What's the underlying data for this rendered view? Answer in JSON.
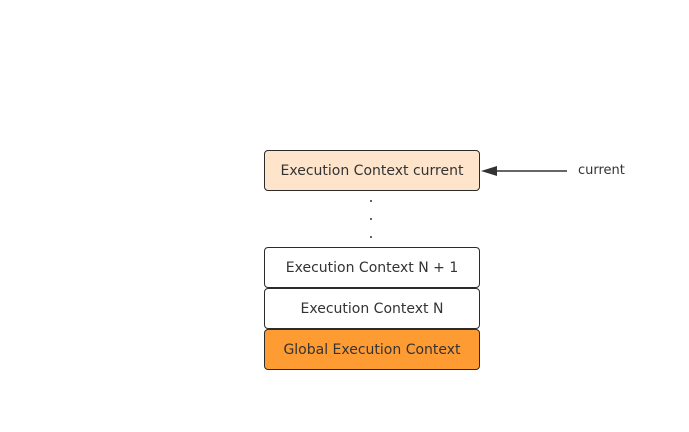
{
  "stack": {
    "current_label": "Execution Context current",
    "n_plus_1_label": "Execution Context N + 1",
    "n_label": "Execution Context N",
    "global_label": "Global Execution Context"
  },
  "pointer": {
    "label": "current"
  },
  "colors": {
    "current_fill": "#fde4cb",
    "global_fill": "#ff9b33",
    "border": "#2b2b2b",
    "text": "#333333"
  }
}
